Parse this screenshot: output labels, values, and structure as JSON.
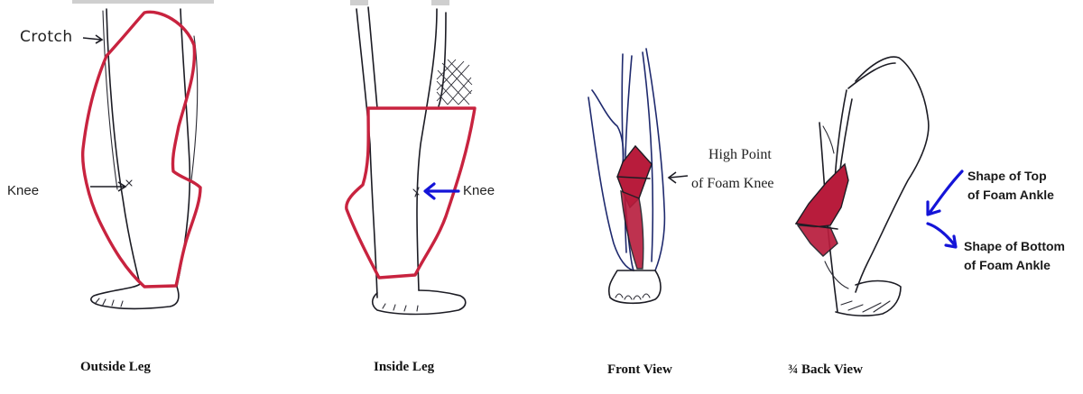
{
  "captions": {
    "outside_leg": "Outside Leg",
    "inside_leg": "Inside Leg",
    "front_view": "Front View",
    "back_view": "¾ Back View"
  },
  "annotations": {
    "crotch": "Crotch",
    "knee_outside": "Knee",
    "knee_inside": "Knee",
    "high_point_line1": "High Point",
    "high_point_line2": "of Foam Knee",
    "top_ankle_line1": "Shape of Top",
    "top_ankle_line2": "of Foam Ankle",
    "bottom_ankle_line1": "Shape of Bottom",
    "bottom_ankle_line2": "of Foam Ankle"
  },
  "colors": {
    "outline_red": "#c8233f",
    "fill_red": "#b81c3c",
    "arrow_blue": "#1414d8",
    "pencil": "#1c1c24"
  }
}
